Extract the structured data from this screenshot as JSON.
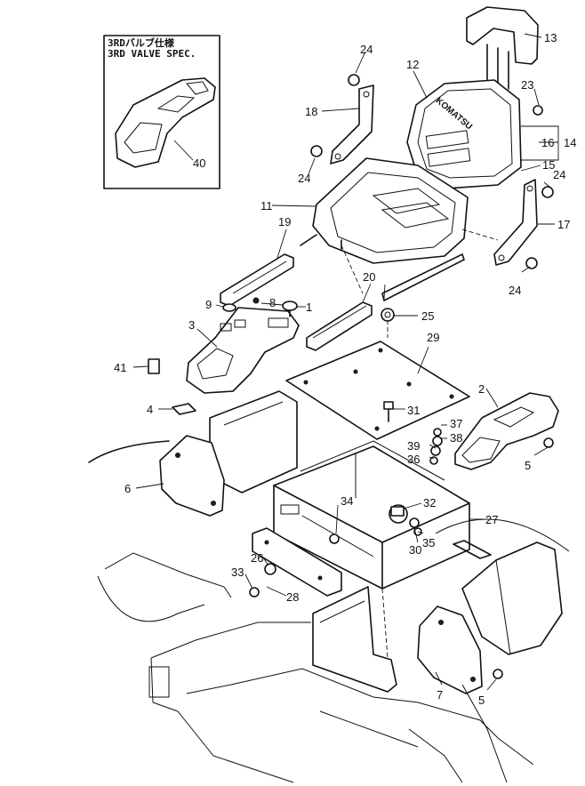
{
  "inset": {
    "title_ja": "3RDバルブ仕様",
    "title_en": "3RD VALVE SPEC."
  },
  "seat_brand": "KOMATSU",
  "callouts": [
    {
      "id": "c1",
      "label": "1"
    },
    {
      "id": "c2",
      "label": "2"
    },
    {
      "id": "c3",
      "label": "3"
    },
    {
      "id": "c4",
      "label": "4"
    },
    {
      "id": "c5a",
      "label": "5"
    },
    {
      "id": "c5b",
      "label": "5"
    },
    {
      "id": "c6",
      "label": "6"
    },
    {
      "id": "c7",
      "label": "7"
    },
    {
      "id": "c8",
      "label": "8"
    },
    {
      "id": "c9",
      "label": "9"
    },
    {
      "id": "c11",
      "label": "11"
    },
    {
      "id": "c12",
      "label": "12"
    },
    {
      "id": "c13",
      "label": "13"
    },
    {
      "id": "c14",
      "label": "14"
    },
    {
      "id": "c15",
      "label": "15"
    },
    {
      "id": "c16",
      "label": "16"
    },
    {
      "id": "c17",
      "label": "17"
    },
    {
      "id": "c18",
      "label": "18"
    },
    {
      "id": "c19",
      "label": "19"
    },
    {
      "id": "c20",
      "label": "20"
    },
    {
      "id": "c23",
      "label": "23"
    },
    {
      "id": "c24a",
      "label": "24"
    },
    {
      "id": "c24b",
      "label": "24"
    },
    {
      "id": "c24c",
      "label": "24"
    },
    {
      "id": "c24d",
      "label": "24"
    },
    {
      "id": "c25",
      "label": "25"
    },
    {
      "id": "c26",
      "label": "26"
    },
    {
      "id": "c27",
      "label": "27"
    },
    {
      "id": "c28",
      "label": "28"
    },
    {
      "id": "c29",
      "label": "29"
    },
    {
      "id": "c30",
      "label": "30"
    },
    {
      "id": "c31",
      "label": "31"
    },
    {
      "id": "c32",
      "label": "32"
    },
    {
      "id": "c33",
      "label": "33"
    },
    {
      "id": "c34",
      "label": "34"
    },
    {
      "id": "c35",
      "label": "35"
    },
    {
      "id": "c36",
      "label": "36"
    },
    {
      "id": "c37",
      "label": "37"
    },
    {
      "id": "c38",
      "label": "38"
    },
    {
      "id": "c39",
      "label": "39"
    },
    {
      "id": "c40",
      "label": "40"
    },
    {
      "id": "c41",
      "label": "41"
    }
  ]
}
